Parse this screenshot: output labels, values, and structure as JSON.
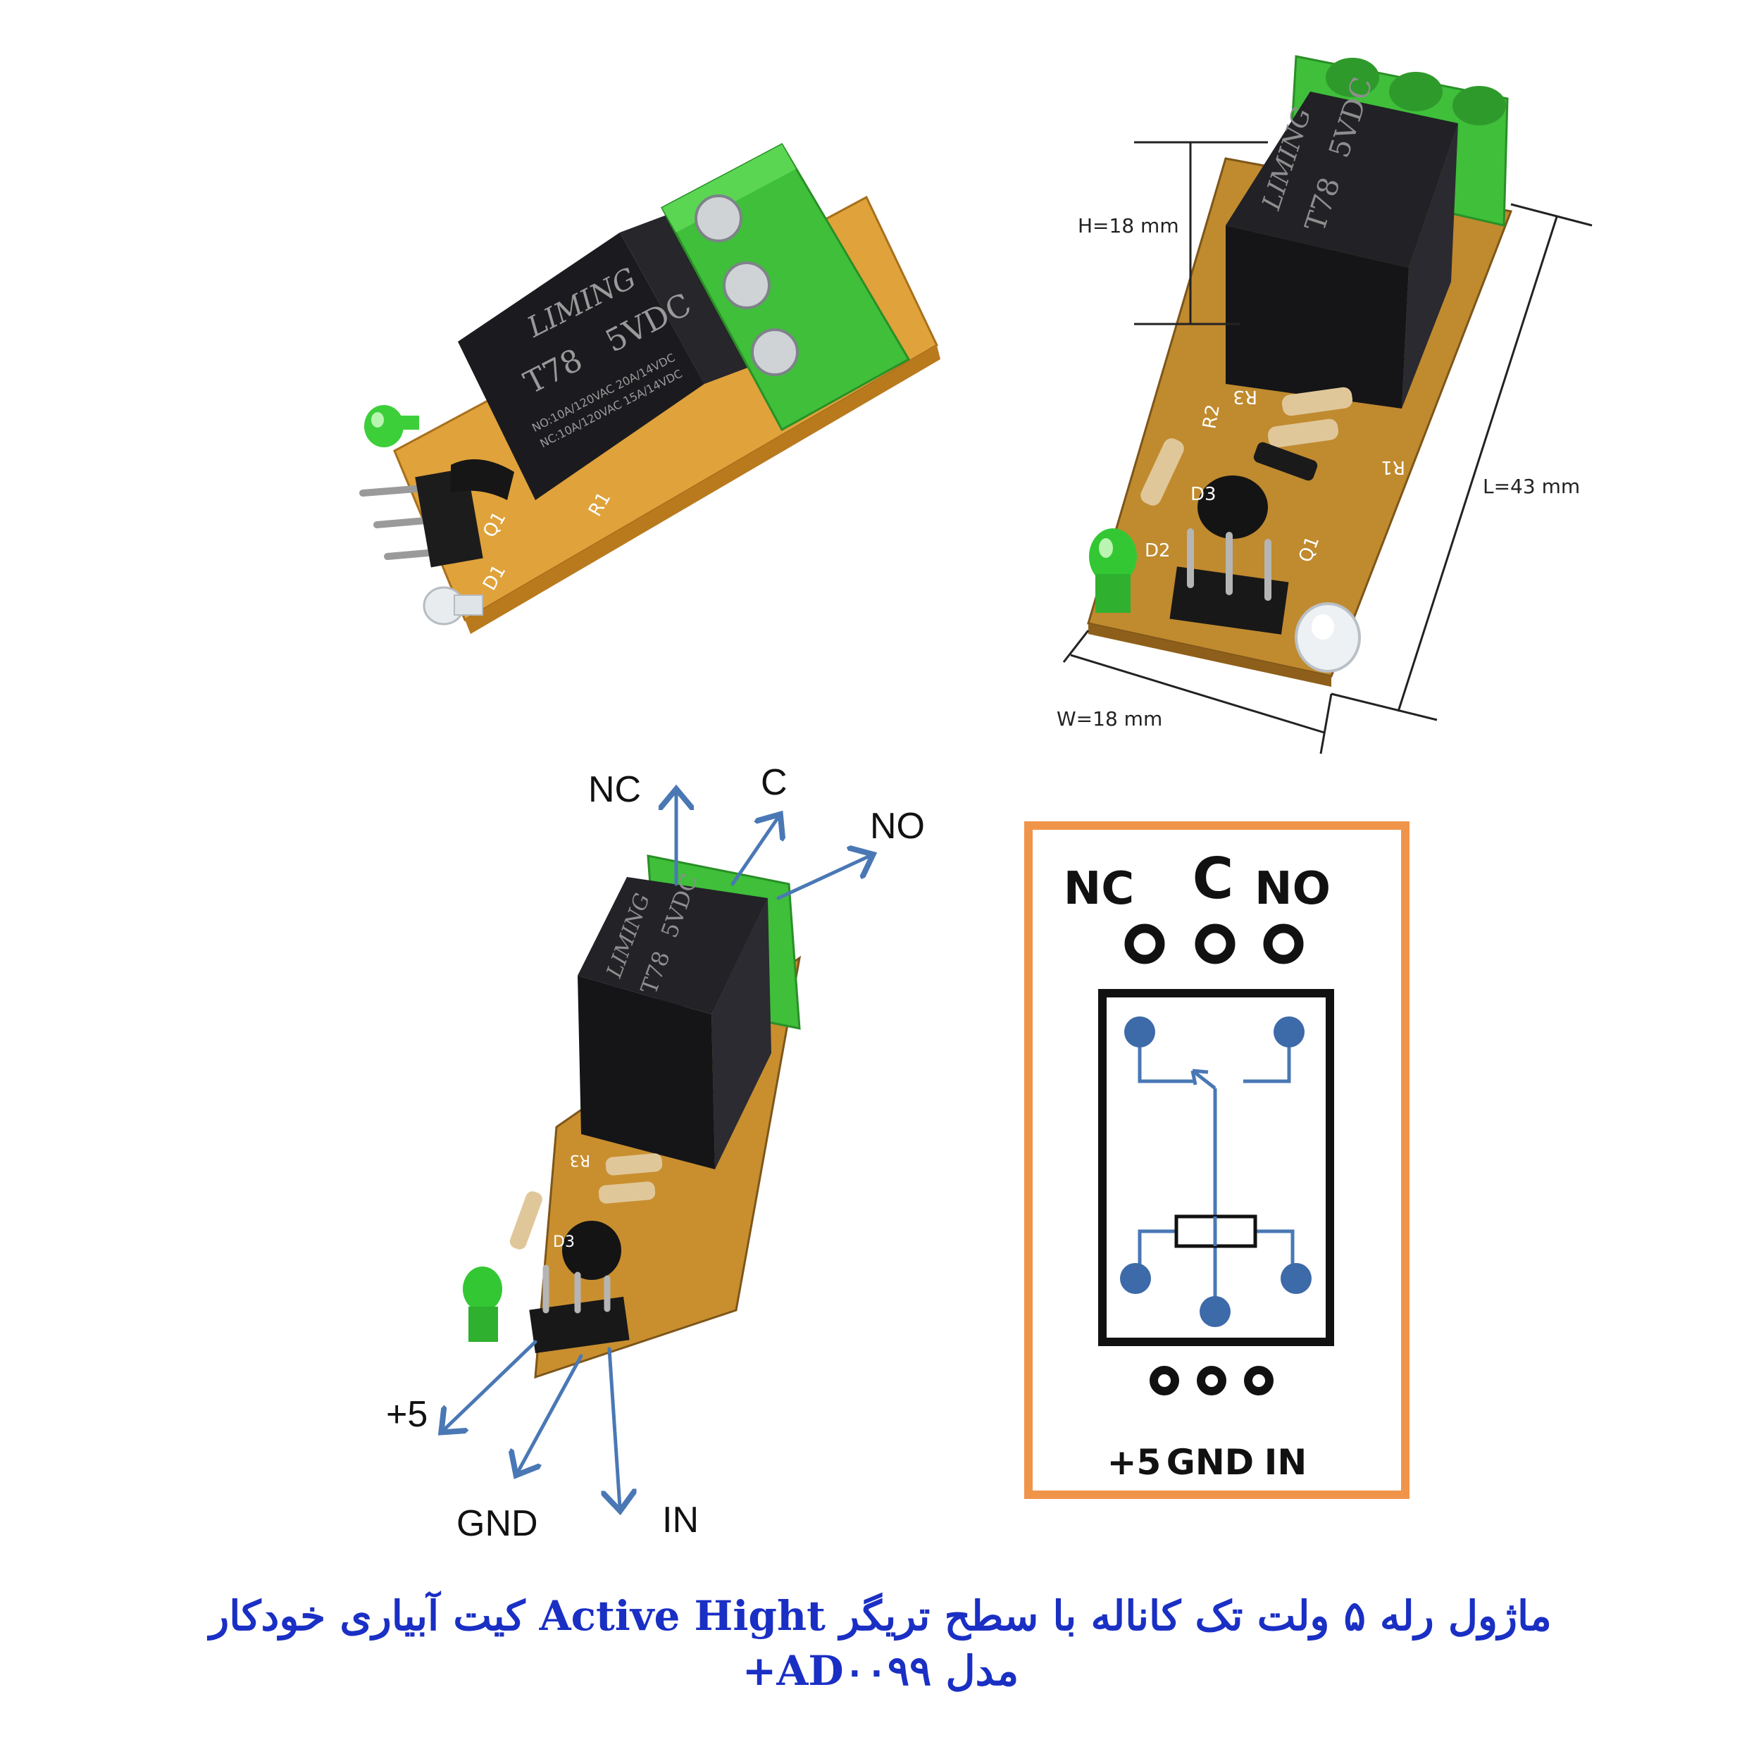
{
  "relay": {
    "brand": "LIMING",
    "model": "T78",
    "voltage": "5VDC",
    "rating1": "NO:10A/120VAC 20A/14VDC",
    "rating2": "NC:10A/120VAC 15A/14VDC"
  },
  "dimensions": {
    "height": "H=18 mm",
    "length": "L=43 mm",
    "width": "W=18 mm"
  },
  "board_labels": {
    "r1": "R1",
    "r2": "R2",
    "r3": "R3",
    "d1": "D1",
    "d2": "D2",
    "d3": "D3",
    "q1": "Q1"
  },
  "pinout": {
    "nc": "NC",
    "c": "C",
    "no": "NO",
    "plus5": "+5",
    "gnd": "GND",
    "in": "IN"
  },
  "schematic": {
    "nc": "NC",
    "c": "C",
    "no": "NO",
    "plus5": "+5",
    "gnd": "GND",
    "in": "IN",
    "border_color": "#f0944a",
    "trace_color": "#4a78b5"
  },
  "colors": {
    "terminal": "#3fbf3a",
    "relay_body": "#1b1b1f",
    "pcb": "#d99a2a",
    "arrow": "#4a78b5",
    "caption": "#1a2fc4"
  },
  "caption": {
    "line1": "ماژول رله ۵ ولت تک کاناله با سطح تریگر Active Hight کیت آبیاری خودکار",
    "line2": "مدل AD۰۰۹۹+"
  }
}
